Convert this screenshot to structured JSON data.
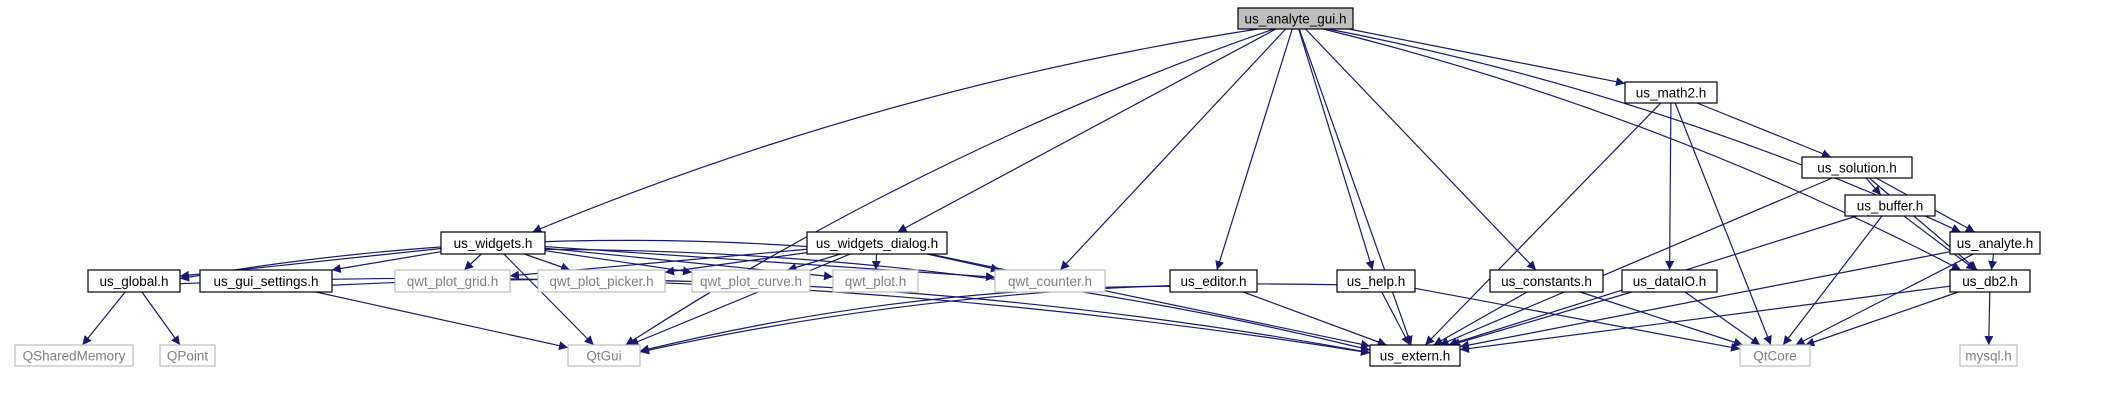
{
  "colors": {
    "edge": "#191970",
    "focus_fill": "#bfbfbf",
    "node_border": "#000000",
    "node_fill": "#ffffff",
    "external_border": "#bfbfbf",
    "external_text": "#808080",
    "text": "#000000"
  },
  "diagram": {
    "nodes": [
      {
        "id": "us_analyte_gui",
        "label": "us_analyte_gui.h",
        "kind": "focus"
      },
      {
        "id": "us_widgets",
        "label": "us_widgets.h",
        "kind": "header"
      },
      {
        "id": "us_widgets_dialog",
        "label": "us_widgets_dialog.h",
        "kind": "header"
      },
      {
        "id": "us_math2",
        "label": "us_math2.h",
        "kind": "header"
      },
      {
        "id": "us_solution",
        "label": "us_solution.h",
        "kind": "header"
      },
      {
        "id": "us_buffer",
        "label": "us_buffer.h",
        "kind": "header"
      },
      {
        "id": "us_analyte",
        "label": "us_analyte.h",
        "kind": "header"
      },
      {
        "id": "us_global",
        "label": "us_global.h",
        "kind": "header"
      },
      {
        "id": "us_gui_settings",
        "label": "us_gui_settings.h",
        "kind": "header"
      },
      {
        "id": "us_editor",
        "label": "us_editor.h",
        "kind": "header"
      },
      {
        "id": "us_help",
        "label": "us_help.h",
        "kind": "header"
      },
      {
        "id": "us_constants",
        "label": "us_constants.h",
        "kind": "header"
      },
      {
        "id": "us_dataIO",
        "label": "us_dataIO.h",
        "kind": "header"
      },
      {
        "id": "us_db2",
        "label": "us_db2.h",
        "kind": "header"
      },
      {
        "id": "us_extern",
        "label": "us_extern.h",
        "kind": "header"
      },
      {
        "id": "qwt_plot_grid",
        "label": "qwt_plot_grid.h",
        "kind": "external"
      },
      {
        "id": "qwt_plot_picker",
        "label": "qwt_plot_picker.h",
        "kind": "external"
      },
      {
        "id": "qwt_plot_curve",
        "label": "qwt_plot_curve.h",
        "kind": "external"
      },
      {
        "id": "qwt_plot",
        "label": "qwt_plot.h",
        "kind": "external"
      },
      {
        "id": "qwt_counter",
        "label": "qwt_counter.h",
        "kind": "external"
      },
      {
        "id": "QSharedMemory",
        "label": "QSharedMemory",
        "kind": "external"
      },
      {
        "id": "QPoint",
        "label": "QPoint",
        "kind": "external"
      },
      {
        "id": "QtGui",
        "label": "QtGui",
        "kind": "external"
      },
      {
        "id": "QtCore",
        "label": "QtCore",
        "kind": "external"
      },
      {
        "id": "mysql",
        "label": "mysql.h",
        "kind": "external"
      }
    ],
    "edges": [
      [
        "us_analyte_gui",
        "QtGui"
      ],
      [
        "us_analyte_gui",
        "us_widgets"
      ],
      [
        "us_analyte_gui",
        "us_widgets_dialog"
      ],
      [
        "us_analyte_gui",
        "qwt_counter"
      ],
      [
        "us_analyte_gui",
        "us_editor"
      ],
      [
        "us_analyte_gui",
        "us_extern"
      ],
      [
        "us_analyte_gui",
        "us_help"
      ],
      [
        "us_analyte_gui",
        "us_constants"
      ],
      [
        "us_analyte_gui",
        "us_math2"
      ],
      [
        "us_analyte_gui",
        "us_db2"
      ],
      [
        "us_analyte_gui",
        "us_analyte"
      ],
      [
        "us_widgets",
        "QtGui"
      ],
      [
        "us_widgets",
        "us_global"
      ],
      [
        "us_widgets",
        "us_gui_settings"
      ],
      [
        "us_widgets",
        "qwt_plot_grid"
      ],
      [
        "us_widgets",
        "qwt_plot_picker"
      ],
      [
        "us_widgets",
        "qwt_plot_curve"
      ],
      [
        "us_widgets",
        "qwt_plot"
      ],
      [
        "us_widgets",
        "qwt_counter"
      ],
      [
        "us_widgets",
        "us_extern"
      ],
      [
        "us_widgets_dialog",
        "us_global"
      ],
      [
        "us_widgets_dialog",
        "qwt_plot_grid"
      ],
      [
        "us_widgets_dialog",
        "qwt_plot_picker"
      ],
      [
        "us_widgets_dialog",
        "qwt_plot_curve"
      ],
      [
        "us_widgets_dialog",
        "qwt_plot"
      ],
      [
        "us_widgets_dialog",
        "qwt_counter"
      ],
      [
        "us_widgets_dialog",
        "us_extern"
      ],
      [
        "us_widgets_dialog",
        "QtGui"
      ],
      [
        "us_math2",
        "us_extern"
      ],
      [
        "us_math2",
        "us_dataIO"
      ],
      [
        "us_math2",
        "QtCore"
      ],
      [
        "us_math2",
        "us_solution"
      ],
      [
        "us_solution",
        "us_extern"
      ],
      [
        "us_solution",
        "us_buffer"
      ],
      [
        "us_solution",
        "us_db2"
      ],
      [
        "us_solution",
        "us_analyte"
      ],
      [
        "us_buffer",
        "us_extern"
      ],
      [
        "us_buffer",
        "QtCore"
      ],
      [
        "us_buffer",
        "us_db2"
      ],
      [
        "us_analyte",
        "us_db2"
      ],
      [
        "us_analyte",
        "us_extern"
      ],
      [
        "us_analyte",
        "QtCore"
      ],
      [
        "us_global",
        "QSharedMemory"
      ],
      [
        "us_global",
        "QPoint"
      ],
      [
        "us_global",
        "us_extern"
      ],
      [
        "us_gui_settings",
        "QtGui"
      ],
      [
        "us_gui_settings",
        "us_extern"
      ],
      [
        "us_editor",
        "QtGui"
      ],
      [
        "us_editor",
        "us_extern"
      ],
      [
        "us_help",
        "QtGui"
      ],
      [
        "us_help",
        "us_extern"
      ],
      [
        "us_help",
        "QtCore"
      ],
      [
        "us_constants",
        "us_extern"
      ],
      [
        "us_constants",
        "QtCore"
      ],
      [
        "us_dataIO",
        "us_extern"
      ],
      [
        "us_dataIO",
        "QtCore"
      ],
      [
        "us_db2",
        "us_extern"
      ],
      [
        "us_db2",
        "QtCore"
      ],
      [
        "us_db2",
        "mysql"
      ]
    ]
  }
}
